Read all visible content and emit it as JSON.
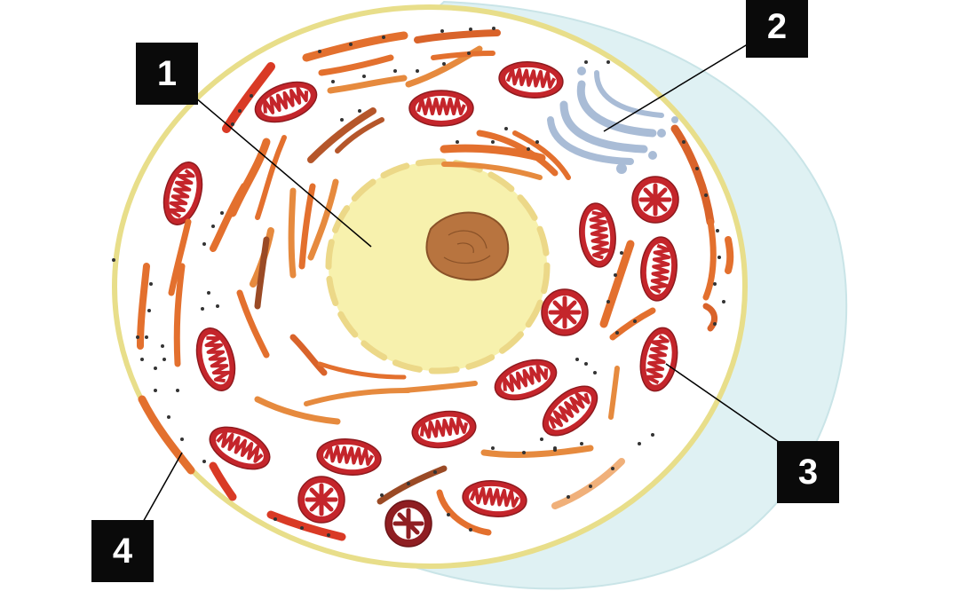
{
  "diagram": {
    "callouts": [
      {
        "id": "1",
        "label": "1",
        "target": "nucleus"
      },
      {
        "id": "2",
        "label": "2",
        "target": "golgi-apparatus"
      },
      {
        "id": "3",
        "label": "3",
        "target": "mitochondrion"
      },
      {
        "id": "4",
        "label": "4",
        "target": "rough-endoplasmic-reticulum"
      }
    ],
    "colors": {
      "membrane": "#e8de8a",
      "outer_wall": "#d9f0f2",
      "nucleus_fill": "#f7f1ad",
      "nuclear_envelope": "#ecd888",
      "nucleolus": "#b8743f",
      "mitochondria_outer": "#c4252b",
      "er_orange": "#e3702e",
      "golgi": "#a9bcd6",
      "ribosome": "#333333"
    }
  }
}
